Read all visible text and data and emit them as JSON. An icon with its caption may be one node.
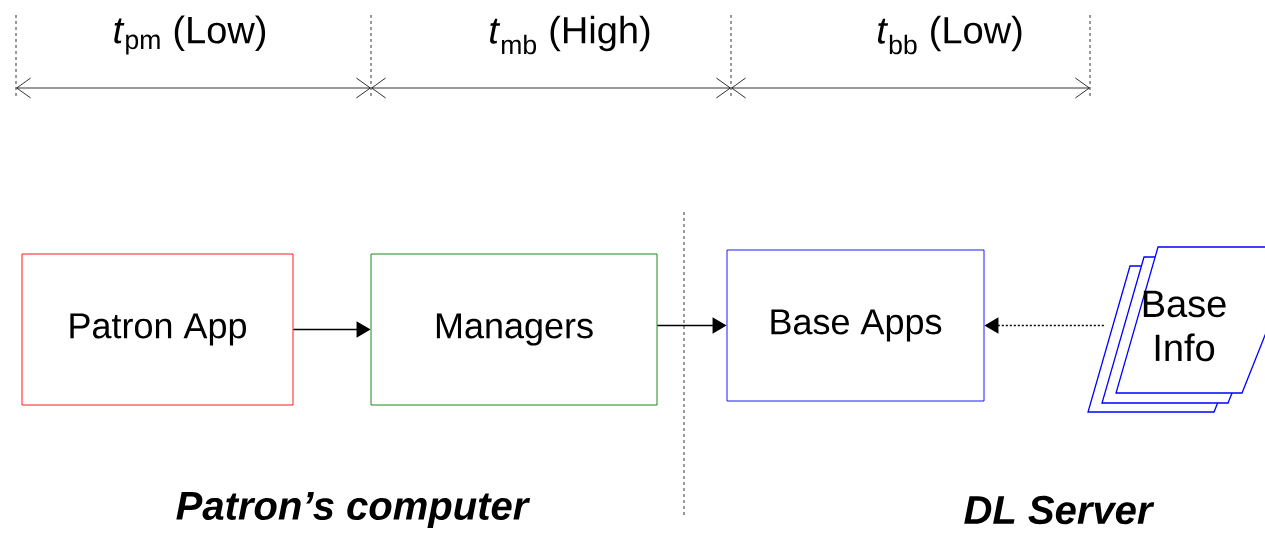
{
  "diagram": {
    "nodes": [
      {
        "text": [
          "Patron App"
        ]
      },
      {
        "text": [
          "Managers"
        ]
      },
      {
        "text": [
          "Base Apps"
        ]
      },
      {
        "text": [
          "Base Info"
        ]
      }
    ],
    "edges": [
      {
        "from": 0,
        "to": 1,
        "arrow": "to"
      },
      {
        "from": 1,
        "to": 2,
        "arrow": "to"
      },
      {
        "from": 3,
        "to": 2,
        "arrow": "to",
        "style": "dashed"
      }
    ],
    "labels": [
      "*t*$_{pm}$ (Low)",
      "*t*$_{mb}$  (High)",
      "*t*$_{bb}$  (Low)",
      "Patron’s computer",
      "DL Server"
    ]
  }
}
